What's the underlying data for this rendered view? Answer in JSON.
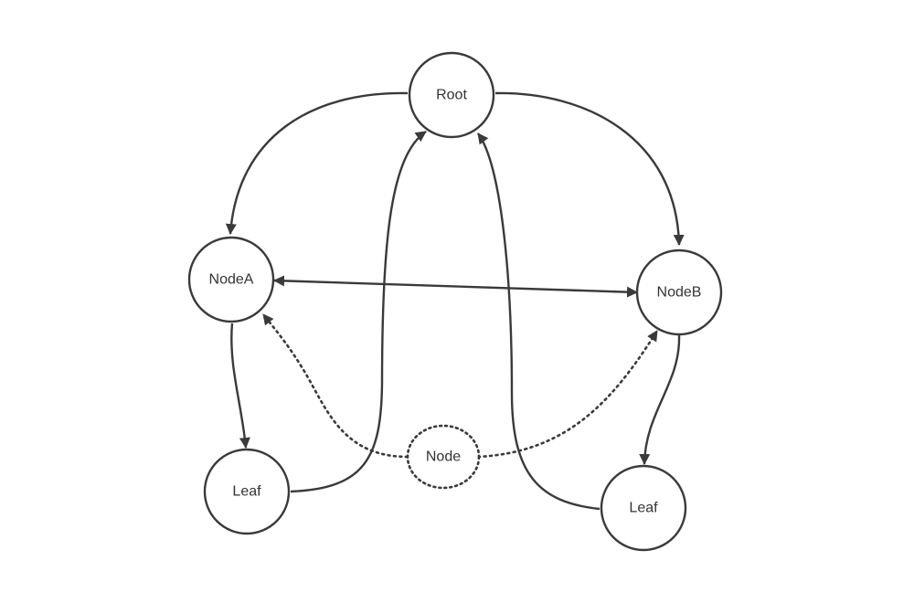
{
  "diagram": {
    "colors": {
      "stroke": "#3a3a3a",
      "text": "#333333",
      "background": "#ffffff"
    },
    "nodes": {
      "root": {
        "label": "Root"
      },
      "nodeA": {
        "label": "NodeA"
      },
      "nodeB": {
        "label": "NodeB"
      },
      "leafLeft": {
        "label": "Leaf"
      },
      "leafRight": {
        "label": "Leaf"
      },
      "node": {
        "label": "Node",
        "style": "dotted"
      }
    },
    "edges": [
      {
        "from": "Root",
        "to": "NodeA",
        "style": "solid"
      },
      {
        "from": "Root",
        "to": "NodeB",
        "style": "solid"
      },
      {
        "from": "NodeA",
        "to": "NodeB",
        "style": "solid",
        "bidirectional": true
      },
      {
        "from": "NodeA",
        "to": "Leaf",
        "style": "solid"
      },
      {
        "from": "NodeB",
        "to": "Leaf",
        "style": "solid"
      },
      {
        "from": "Leaf",
        "to": "Root",
        "style": "solid"
      },
      {
        "from": "Leaf",
        "to": "Root",
        "style": "solid"
      },
      {
        "from": "Node",
        "to": "NodeA",
        "style": "dotted"
      },
      {
        "from": "Node",
        "to": "NodeB",
        "style": "dotted"
      }
    ]
  }
}
